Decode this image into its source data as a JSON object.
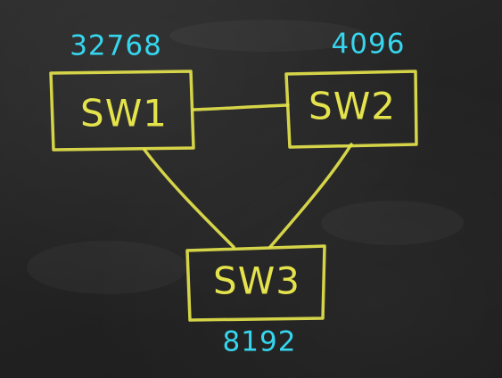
{
  "colors": {
    "background": "#262626",
    "chalk_yellow": "#e4e34c",
    "chalk_cyan": "#36d6ee"
  },
  "nodes": [
    {
      "id": "sw1",
      "label": "SW1",
      "priority": "32768"
    },
    {
      "id": "sw2",
      "label": "SW2",
      "priority": "4096"
    },
    {
      "id": "sw3",
      "label": "SW3",
      "priority": "8192"
    }
  ],
  "links": [
    {
      "from": "sw1",
      "to": "sw2"
    },
    {
      "from": "sw1",
      "to": "sw3"
    },
    {
      "from": "sw2",
      "to": "sw3"
    }
  ]
}
